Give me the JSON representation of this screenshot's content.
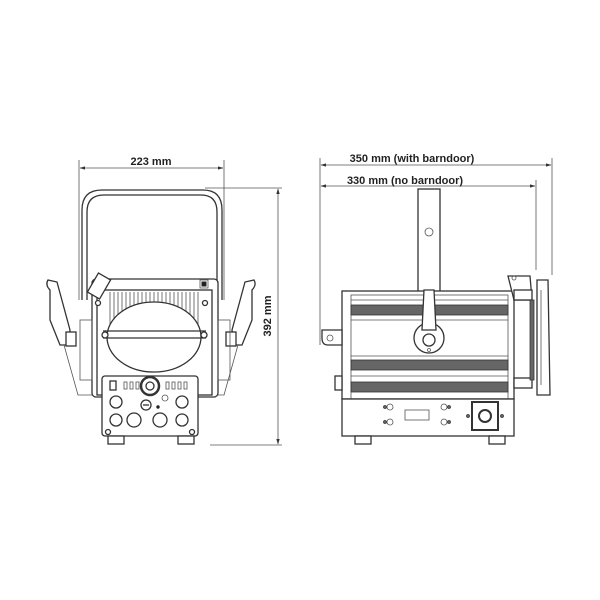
{
  "diagram": {
    "front_view": {
      "width_label": "223 mm",
      "height_label": "392 mm"
    },
    "side_view": {
      "width_with_barndoor_label": "350 mm (with barndoor)",
      "width_no_barndoor_label": "330 mm (no barndoor)"
    },
    "colors": {
      "line": "#333333",
      "fin_dark": "#666666",
      "background": "#ffffff"
    }
  }
}
